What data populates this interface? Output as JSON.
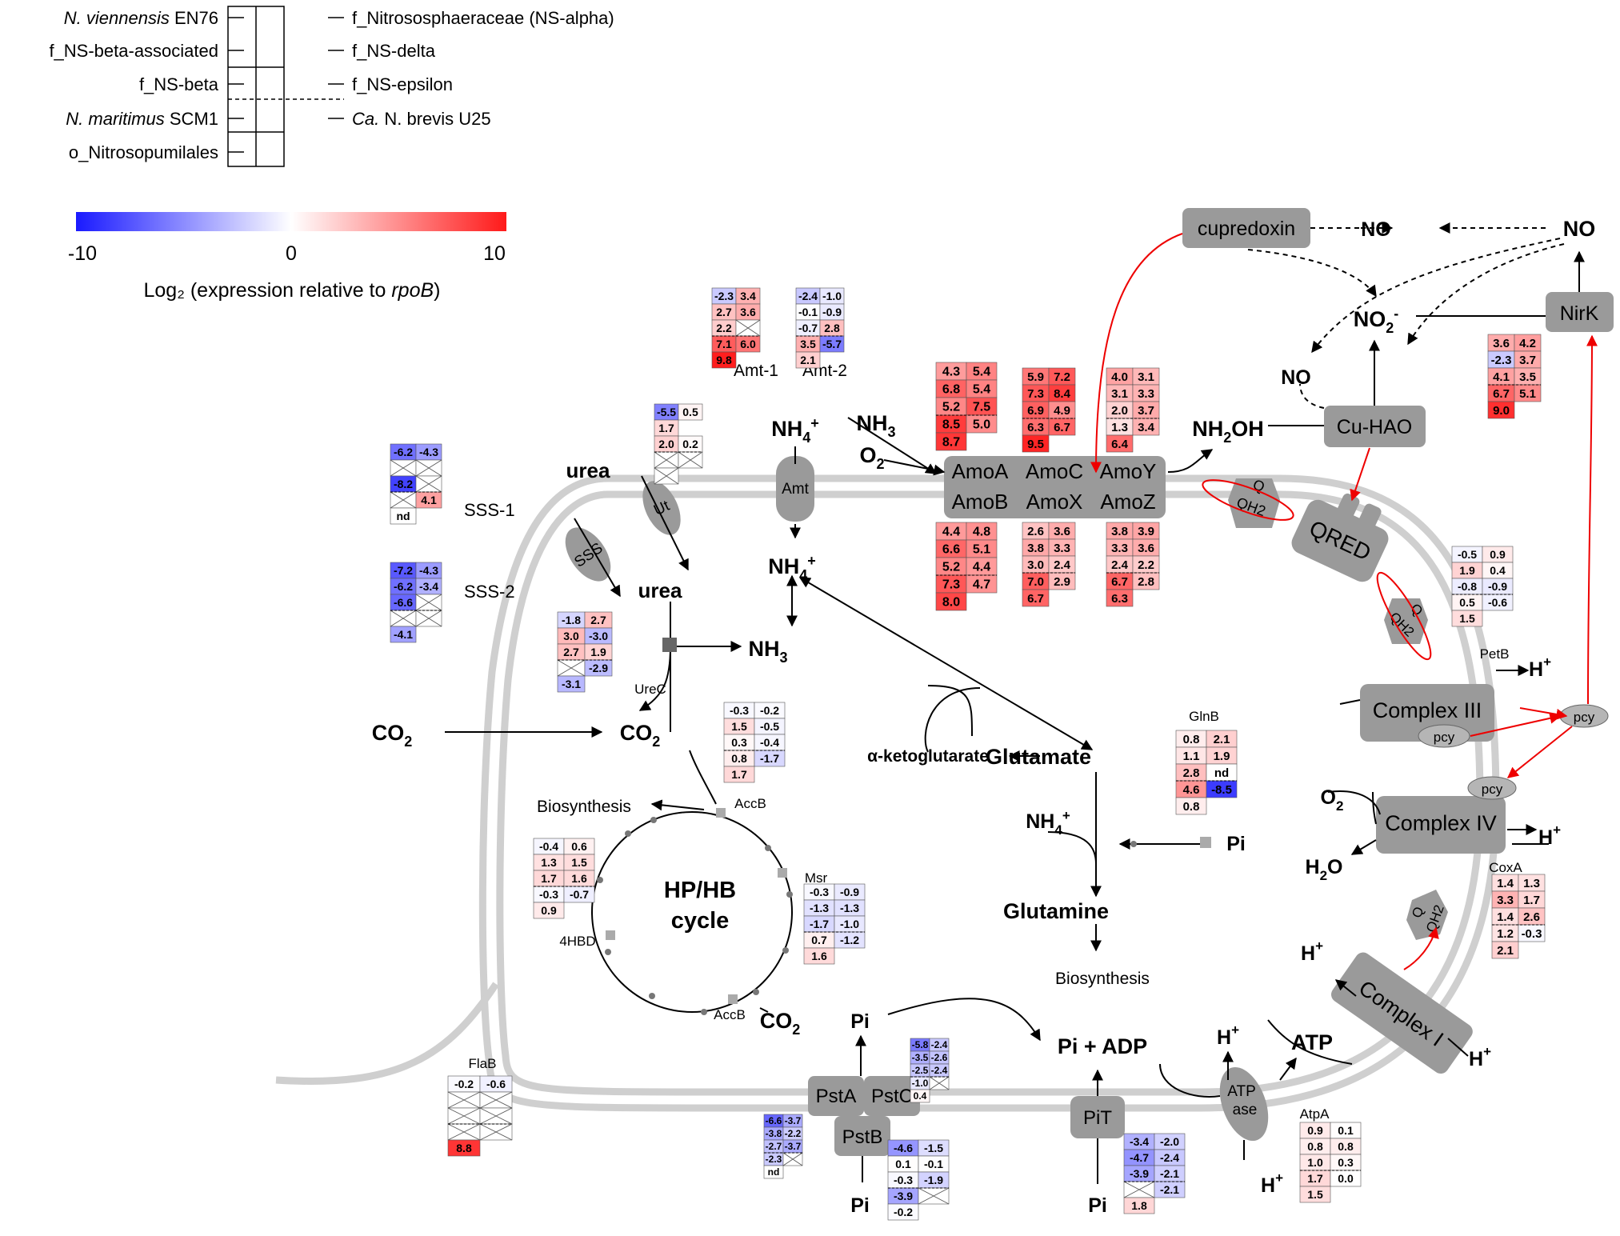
{
  "legend": {
    "taxa_left": [
      {
        "name": "N. viennensis",
        "suffix": " EN76",
        "italic": true
      },
      {
        "name": "f_NS-beta-associated",
        "suffix": "",
        "italic": false
      },
      {
        "name": "f_NS-beta",
        "suffix": "",
        "italic": false
      },
      {
        "name": "N. maritimus",
        "suffix": " SCM1",
        "italic": true
      },
      {
        "name": "o_Nitrosopumilales",
        "suffix": "",
        "italic": false
      }
    ],
    "taxa_right": [
      {
        "prefix": "",
        "name": "f_Nitrososphaeraceae (NS-alpha)",
        "italic": false
      },
      {
        "prefix": "",
        "name": "f_NS-delta",
        "italic": false
      },
      {
        "prefix": "",
        "name": "f_NS-epsilon",
        "italic": false
      },
      {
        "prefix": "Ca.",
        "name": " N. brevis U25",
        "italic": true
      }
    ]
  },
  "colorbar": {
    "min_label": "-10",
    "mid_label": "0",
    "max_label": "10",
    "min": -10,
    "max": 10,
    "caption_prefix": "Log₂ (expression relative to ",
    "caption_italic": "rpoB",
    "caption_suffix": ")",
    "colors": {
      "low": "#1a1aff",
      "mid": "#ffffff",
      "high": "#ff1a1a"
    }
  },
  "labels": {
    "urea_out": "urea",
    "urea_in": "urea",
    "sss": "SSS",
    "ut": "Ut",
    "amt": "Amt",
    "nh4_out": "NH4+",
    "nh4_in": "NH4+",
    "nh3_mid": "NH3",
    "nh3_amo": "NH3",
    "o2_amo": "O2",
    "urec": "UreC",
    "co2_out": "CO2",
    "co2_in": "CO2",
    "co2_cycle": "CO2",
    "accb_top": "AccB",
    "accb_bottom": "AccB",
    "msr": "Msr",
    "hbd": "4HBD",
    "hp_hb_1": "HP/HB",
    "hp_hb_2": "cycle",
    "biosynthesis_1": "Biosynthesis",
    "biosynthesis_2": "Biosynthesis",
    "akg": "α-ketoglutarate",
    "glutamate": "Glutamate",
    "nh4_gln": "NH4+",
    "glutamine": "Glutamine",
    "glnb": "GlnB",
    "pi_gln": "Pi",
    "amoA": "AmoA",
    "amoB": "AmoB",
    "amoC": "AmoC",
    "amoX": "AmoX",
    "amoY": "AmoY",
    "amoZ": "AmoZ",
    "nh2oh": "NH2OH",
    "cu_hao": "Cu-HAO",
    "no_mid": "NO",
    "no2": "NO2-",
    "nirk": "NirK",
    "cupredoxin": "cupredoxin",
    "no_top1": "NO",
    "no_top2": "NO",
    "q": "Q",
    "qh2": "QH2",
    "qred": "QRED",
    "petb": "PetB",
    "complex3": "Complex III",
    "complex4": "Complex IV",
    "complex1": "Complex I",
    "pcy": "pcy",
    "h_c3": "H+",
    "h_c4": "H+",
    "h_c1a": "H+",
    "h_c1b": "H+",
    "o2_c4": "O2",
    "h2o": "H2O",
    "coxa": "CoxA",
    "atpase_1": "ATP",
    "atpase_2": "ase",
    "atp": "ATP",
    "h_atp_top": "H+",
    "h_atp_bottom": "H+",
    "atpa": "AtpA",
    "pi_adp": "Pi + ADP",
    "pit": "PiT",
    "pi_pit": "Pi",
    "psta": "PstA",
    "pstc": "PstC",
    "pstb": "PstB",
    "pi_pst_top": "Pi",
    "pi_pst_bottom": "Pi",
    "flab": "FlaB",
    "amt1": "Amt-1",
    "amt2": "Amt-2",
    "sss1": "SSS-1",
    "sss2": "SSS-2"
  },
  "heatmaps": [
    {
      "id": "amt-1",
      "label": "Amt-1",
      "values": [
        [
          "-2.3",
          "3.4"
        ],
        [
          "2.7",
          "3.6"
        ],
        [
          "2.2",
          "X"
        ],
        [
          "7.1",
          "6.0"
        ],
        [
          "9.8",
          ""
        ]
      ]
    },
    {
      "id": "amt-2",
      "label": "Amt-2",
      "values": [
        [
          "-2.4",
          "-1.0"
        ],
        [
          "-0.1",
          "-0.9"
        ],
        [
          "-0.7",
          "2.8"
        ],
        [
          "3.5",
          "-5.7"
        ],
        [
          "2.1",
          ""
        ]
      ]
    },
    {
      "id": "ut",
      "label": "",
      "values": [
        [
          "-5.5",
          "0.5"
        ],
        [
          "1.7",
          ""
        ],
        [
          "2.0",
          "0.2"
        ],
        [
          "X",
          "X"
        ],
        [
          "X",
          ""
        ]
      ]
    },
    {
      "id": "sss-1",
      "label": "SSS-1",
      "values": [
        [
          "-6.2",
          "-4.3"
        ],
        [
          "X",
          "X"
        ],
        [
          "-8.2",
          "X"
        ],
        [
          "X",
          "4.1"
        ],
        [
          "nd",
          ""
        ]
      ]
    },
    {
      "id": "sss-2",
      "label": "SSS-2",
      "values": [
        [
          "-7.2",
          "-4.3"
        ],
        [
          "-6.2",
          "-3.4"
        ],
        [
          "-6.6",
          "X"
        ],
        [
          "X",
          "X"
        ],
        [
          "-4.1",
          ""
        ]
      ]
    },
    {
      "id": "urec",
      "label": "",
      "values": [
        [
          "-1.8",
          "2.7"
        ],
        [
          "3.0",
          "-3.0"
        ],
        [
          "2.7",
          "1.9"
        ],
        [
          "X",
          "-2.9"
        ],
        [
          "-3.1",
          ""
        ]
      ]
    },
    {
      "id": "accb-top",
      "label": "",
      "values": [
        [
          "-0.3",
          "-0.2"
        ],
        [
          "1.5",
          "-0.5"
        ],
        [
          "0.3",
          "-0.4"
        ],
        [
          "0.8",
          "-1.7"
        ],
        [
          "1.7",
          ""
        ]
      ]
    },
    {
      "id": "4hbd",
      "label": "",
      "values": [
        [
          "-0.4",
          "0.6"
        ],
        [
          "1.3",
          "1.5"
        ],
        [
          "1.7",
          "1.6"
        ],
        [
          "-0.3",
          "-0.7"
        ],
        [
          "0.9",
          ""
        ]
      ]
    },
    {
      "id": "msr",
      "label": "",
      "values": [
        [
          "-0.3",
          "-0.9"
        ],
        [
          "-1.3",
          "-1.3"
        ],
        [
          "-1.7",
          "-1.0"
        ],
        [
          "0.7",
          "-1.2"
        ],
        [
          "1.6",
          ""
        ]
      ]
    },
    {
      "id": "amoA",
      "label": "",
      "values": [
        [
          "4.3",
          "5.4"
        ],
        [
          "6.8",
          "5.4"
        ],
        [
          "5.2",
          "7.5"
        ],
        [
          "8.5",
          "5.0"
        ],
        [
          "8.7",
          ""
        ]
      ]
    },
    {
      "id": "amoC",
      "label": "",
      "values": [
        [
          "5.9",
          "7.2"
        ],
        [
          "7.3",
          "8.4"
        ],
        [
          "6.9",
          "4.9"
        ],
        [
          "6.3",
          "6.7"
        ],
        [
          "9.5",
          ""
        ]
      ]
    },
    {
      "id": "amoY",
      "label": "",
      "values": [
        [
          "4.0",
          "3.1"
        ],
        [
          "3.1",
          "3.3"
        ],
        [
          "2.0",
          "3.7"
        ],
        [
          "1.3",
          "3.4"
        ],
        [
          "6.4",
          ""
        ]
      ]
    },
    {
      "id": "amoB",
      "label": "",
      "values": [
        [
          "4.4",
          "4.8"
        ],
        [
          "6.6",
          "5.1"
        ],
        [
          "5.2",
          "4.4"
        ],
        [
          "7.3",
          "4.7"
        ],
        [
          "8.0",
          ""
        ]
      ]
    },
    {
      "id": "amoX",
      "label": "",
      "values": [
        [
          "2.6",
          "3.6"
        ],
        [
          "3.8",
          "3.3"
        ],
        [
          "3.0",
          "2.4"
        ],
        [
          "7.0",
          "2.9"
        ],
        [
          "6.7",
          ""
        ]
      ]
    },
    {
      "id": "amoZ",
      "label": "",
      "values": [
        [
          "3.8",
          "3.9"
        ],
        [
          "3.3",
          "3.6"
        ],
        [
          "2.4",
          "2.2"
        ],
        [
          "6.7",
          "2.8"
        ],
        [
          "6.3",
          ""
        ]
      ]
    },
    {
      "id": "nirk",
      "label": "",
      "values": [
        [
          "3.6",
          "4.2"
        ],
        [
          "-2.3",
          "3.7"
        ],
        [
          "4.1",
          "3.5"
        ],
        [
          "6.7",
          "5.1"
        ],
        [
          "9.0",
          ""
        ]
      ]
    },
    {
      "id": "petb",
      "label": "PetB",
      "values": [
        [
          "-0.5",
          "0.9"
        ],
        [
          "1.9",
          "0.4"
        ],
        [
          "-0.8",
          "-0.9"
        ],
        [
          "0.5",
          "-0.6"
        ],
        [
          "1.5",
          ""
        ]
      ]
    },
    {
      "id": "glnb",
      "label": "",
      "values": [
        [
          "0.8",
          "2.1"
        ],
        [
          "1.1",
          "1.9"
        ],
        [
          "2.8",
          "nd"
        ],
        [
          "4.6",
          "-8.5"
        ],
        [
          "0.8",
          ""
        ]
      ]
    },
    {
      "id": "coxa",
      "label": "",
      "values": [
        [
          "1.4",
          "1.3"
        ],
        [
          "3.3",
          "1.7"
        ],
        [
          "1.4",
          "2.6"
        ],
        [
          "1.2",
          "-0.3"
        ],
        [
          "2.1",
          ""
        ]
      ]
    },
    {
      "id": "atpa",
      "label": "",
      "values": [
        [
          "0.9",
          "0.1"
        ],
        [
          "0.8",
          "0.8"
        ],
        [
          "1.0",
          "0.3"
        ],
        [
          "1.7",
          "0.0"
        ],
        [
          "1.5",
          ""
        ]
      ]
    },
    {
      "id": "pit",
      "label": "",
      "values": [
        [
          "-3.4",
          "-2.0"
        ],
        [
          "-4.7",
          "-2.4"
        ],
        [
          "-3.9",
          "-2.1"
        ],
        [
          "X",
          "-2.1"
        ],
        [
          "1.8",
          ""
        ]
      ]
    },
    {
      "id": "pstb",
      "label": "",
      "values": [
        [
          "-4.6",
          "-1.5"
        ],
        [
          "0.1",
          "-0.1"
        ],
        [
          "-0.3",
          "-1.9"
        ],
        [
          "-3.9",
          "X"
        ],
        [
          "-0.2",
          ""
        ]
      ]
    },
    {
      "id": "psta",
      "label": "",
      "values": [
        [
          "-6.6",
          "-3.7"
        ],
        [
          "-3.8",
          "-2.2"
        ],
        [
          "-2.7",
          "-3.7"
        ],
        [
          "-2.3",
          "X"
        ],
        [
          "nd",
          ""
        ]
      ]
    },
    {
      "id": "pstc",
      "label": "",
      "values": [
        [
          "-5.8",
          "-2.4"
        ],
        [
          "-3.5",
          "-2.6"
        ],
        [
          "-2.5",
          "-2.4"
        ],
        [
          "-1.0",
          "X"
        ],
        [
          "0.4",
          ""
        ]
      ]
    },
    {
      "id": "flab",
      "label": "",
      "values": [
        [
          "-0.2",
          "-0.6"
        ],
        [
          "X",
          "X"
        ],
        [
          "X",
          "X"
        ],
        [
          "X",
          "X"
        ],
        [
          "8.8",
          ""
        ]
      ]
    }
  ]
}
